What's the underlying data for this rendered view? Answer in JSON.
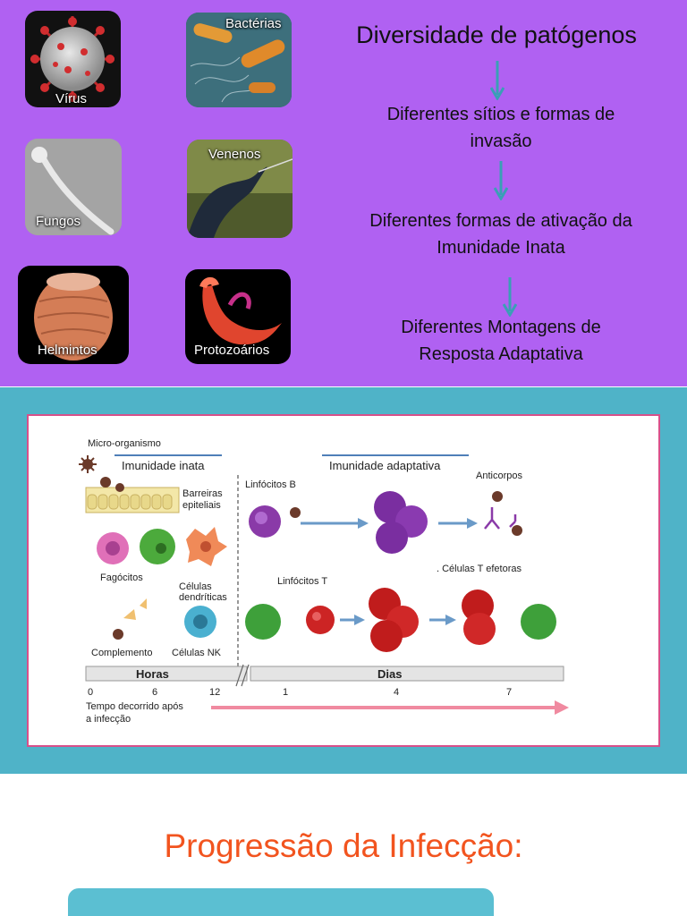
{
  "pathogens": {
    "virus": "Vírus",
    "bacteria": "Bactérias",
    "fungi": "Fungos",
    "venom": "Venenos",
    "helminths": "Helmintos",
    "protozoa": "Protozoários"
  },
  "flow": {
    "title": "Diversidade de patógenos",
    "step1_line1": "Diferentes sítios e formas de",
    "step1_line2": "invasão",
    "step2_line1": "Diferentes formas de ativação da",
    "step2_line2": "Imunidade Inata",
    "step3_line1": "Diferentes Montagens de",
    "step3_line2": "Resposta Adaptativa"
  },
  "figure": {
    "microorganism": "Micro-organismo",
    "innate": "Imunidade inata",
    "adaptive": "Imunidade adaptativa",
    "barriers_1": "Barreiras",
    "barriers_2": "epiteliais",
    "phagocytes": "Fagócitos",
    "dendritic_1": "Células",
    "dendritic_2": "dendríticas",
    "complement": "Complemento",
    "nk_cells": "Células NK",
    "b_lymphocytes": "Linfócitos B",
    "t_lymphocytes": "Linfócitos T",
    "antibodies": "Anticorpos",
    "effector_t": ". Células T efetoras",
    "hours": "Horas",
    "days": "Dias",
    "ticks": [
      "0",
      "6",
      "12",
      "1",
      "4",
      "7"
    ],
    "time_caption_1": "Tempo decorrido após",
    "time_caption_2": "a infecção"
  },
  "bottom": {
    "heading": "Progressão da Infecção:"
  },
  "colors": {
    "purple_bg": "#b061f2",
    "teal_bg": "#4fb3c8",
    "heading_orange": "#f2541f",
    "arrow_teal": "#3a9fb6",
    "frame_pink": "#d8508a"
  }
}
